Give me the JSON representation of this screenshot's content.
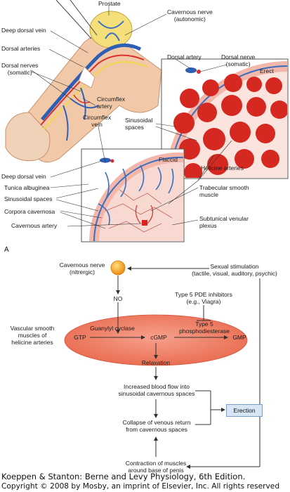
{
  "anatomy": {
    "prostate": "Prostate",
    "cavernous_nerve_autonomic": "Cavernous nerve\n(autonomic)",
    "deep_dorsal_vein_top": "Deep dorsal vein",
    "dorsal_arteries": "Dorsal arteries",
    "dorsal_nerves_somatic": "Dorsal nerves\n(somatic)",
    "dorsal_artery": "Dorsal artery",
    "dorsal_nerve_somatic": "Dorsal nerve\n(somatic)",
    "erect": "Erect",
    "circumflex_artery": "Circumflex\nartery",
    "circumflex_vein": "Circumflex\nvein",
    "sinusoidal_spaces_erect": "Sinusoidal\nspaces",
    "flaccid": "Flaccid",
    "helicine_arteries": "Helicine arteries",
    "deep_dorsal_vein_bottom": "Deep dorsal vein",
    "tunica_albuginea": "Tunica albuginea",
    "sinusoidal_spaces_flaccid": "Sinusoidal spaces",
    "corpora_cavernosa": "Corpora cavernosa",
    "cavernous_artery": "Cavernous artery",
    "trabecular_smooth_muscle": "Trabecular smooth\nmuscle",
    "subtunical_venular_plexus": "Subtunical venular\nplexus"
  },
  "panel_label": "A",
  "flow": {
    "cavernous_nerve": "Cavernous nerve\n(nitrergic)",
    "sexual_stimulation": "Sexual stimulation\n(tactile, visual, auditory, psychic)",
    "no": "NO",
    "pde_inhibitors": "Type 5 PDE inhibitors\n(e.g., Viagra)",
    "vascular_smooth_muscles": "Vascular smooth\nmuscles of\nhelicine arteries",
    "guanylyl_cyclase": "Guanylyl cyclase",
    "type5_pde": "Type 5\nphosphodiesterase",
    "gtp": "GTP",
    "cgmp": "cGMP",
    "gmp": "GMP",
    "relaxation": "Relaxation",
    "increased_blood_flow": "Increased blood flow into\nsinusoidal cavernous spaces",
    "collapse_venous_return": "Collapse of venous return\nfrom cavernous spaces",
    "erection": "Erection",
    "contraction": "Contraction of muscles\naround base of penis"
  },
  "footer": {
    "line1": "Koeppen & Stanton: Berne and Levy Physiology, 6th Edition.",
    "line2": "Copyright © 2008 by Mosby, an imprint of Elsevier, Inc. All rights reserved"
  },
  "colors": {
    "vein_blue": "#2f5fb5",
    "artery_red": "#d9302c",
    "skin": "#f2c9a8",
    "tissue_pink": "#f4d3cc",
    "ellipse_fill": "#f0826a",
    "nerve_yellow": "#f5d84a",
    "node_orange": "#f5a623",
    "erection_box": "#d6e6f5"
  }
}
